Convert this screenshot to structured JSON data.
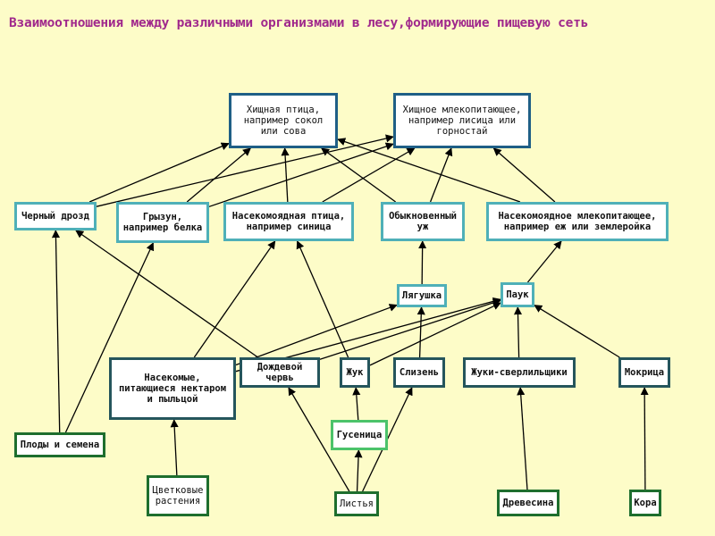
{
  "title": "Взаимоотношения между различными организмами в лесу,формирующие пищевую сеть",
  "nodes": [
    {
      "id": "bird_of_prey",
      "label": "Хищная птица,\nнапример сокол\nили сова"
    },
    {
      "id": "predator_mammal",
      "label": "Хищное млекопитающее,\nнапример лисица или\nгорностай"
    },
    {
      "id": "blackbird",
      "label": "Черный дрозд"
    },
    {
      "id": "rodent",
      "label": "Грызун,\nнапример белка"
    },
    {
      "id": "insectivore_bird",
      "label": "Насекомоядная птица,\nнапример синица"
    },
    {
      "id": "grass_snake",
      "label": "Обыкновенный\nуж"
    },
    {
      "id": "insectivore_mammal",
      "label": "Насекомоядное млекопитающее,\nнапример еж или землеройка"
    },
    {
      "id": "frog",
      "label": "Лягушка"
    },
    {
      "id": "spider",
      "label": "Паук"
    },
    {
      "id": "nectar_insects",
      "label": "Насекомые,\nпитающиеся нектаром\nи пыльцой"
    },
    {
      "id": "earthworm",
      "label": "Дождевой червь"
    },
    {
      "id": "beetle",
      "label": "Жук"
    },
    {
      "id": "slug",
      "label": "Слизень"
    },
    {
      "id": "bark_beetles",
      "label": "Жуки-сверлильщики"
    },
    {
      "id": "woodlouse",
      "label": "Мокрица"
    },
    {
      "id": "fruits_seeds",
      "label": "Плоды и семена"
    },
    {
      "id": "caterpillar",
      "label": "Гусеница"
    },
    {
      "id": "flowering_plants",
      "label": "Цветковые\nрастения"
    },
    {
      "id": "leaves",
      "label": "Листья"
    },
    {
      "id": "wood",
      "label": "Древесина"
    },
    {
      "id": "bark",
      "label": "Кора"
    }
  ],
  "edges": [
    {
      "from": "blackbird",
      "to": "bird_of_prey"
    },
    {
      "from": "blackbird",
      "to": "predator_mammal"
    },
    {
      "from": "rodent",
      "to": "bird_of_prey"
    },
    {
      "from": "rodent",
      "to": "predator_mammal"
    },
    {
      "from": "insectivore_bird",
      "to": "bird_of_prey"
    },
    {
      "from": "insectivore_bird",
      "to": "predator_mammal"
    },
    {
      "from": "grass_snake",
      "to": "bird_of_prey"
    },
    {
      "from": "grass_snake",
      "to": "predator_mammal"
    },
    {
      "from": "insectivore_mammal",
      "to": "bird_of_prey"
    },
    {
      "from": "insectivore_mammal",
      "to": "predator_mammal"
    },
    {
      "from": "fruits_seeds",
      "to": "blackbird"
    },
    {
      "from": "fruits_seeds",
      "to": "rodent"
    },
    {
      "from": "earthworm",
      "to": "blackbird"
    },
    {
      "from": "nectar_insects",
      "to": "insectivore_bird"
    },
    {
      "from": "beetle",
      "to": "insectivore_bird"
    },
    {
      "from": "frog",
      "to": "grass_snake"
    },
    {
      "from": "spider",
      "to": "insectivore_mammal"
    },
    {
      "from": "slug",
      "to": "frog"
    },
    {
      "from": "nectar_insects",
      "to": "frog"
    },
    {
      "from": "nectar_insects",
      "to": "spider"
    },
    {
      "from": "earthworm",
      "to": "spider"
    },
    {
      "from": "beetle",
      "to": "spider"
    },
    {
      "from": "bark_beetles",
      "to": "spider"
    },
    {
      "from": "woodlouse",
      "to": "spider"
    },
    {
      "from": "flowering_plants",
      "to": "nectar_insects"
    },
    {
      "from": "leaves",
      "to": "earthworm"
    },
    {
      "from": "leaves",
      "to": "caterpillar"
    },
    {
      "from": "caterpillar",
      "to": "beetle"
    },
    {
      "from": "leaves",
      "to": "slug"
    },
    {
      "from": "wood",
      "to": "bark_beetles"
    },
    {
      "from": "bark",
      "to": "woodlouse"
    }
  ]
}
